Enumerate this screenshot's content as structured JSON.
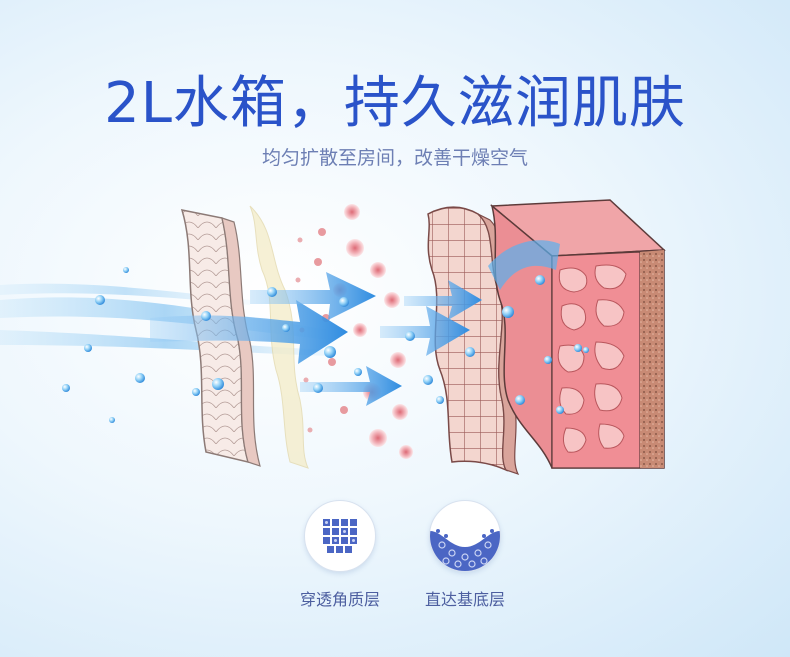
{
  "header": {
    "title": "2L水箱，持久滋润肌肤",
    "subtitle": "均匀扩散至房间，改善干燥空气"
  },
  "features": [
    {
      "icon": "grid-cells-icon",
      "label": "穿透角质层"
    },
    {
      "icon": "basal-layer-icon",
      "label": "直达基底层"
    }
  ],
  "colors": {
    "title": "#2a53c9",
    "subtitle": "#6d7fb4",
    "arrow": "#2f8ce0",
    "skin": "#e58a8f",
    "icon": "#4b66c4"
  }
}
